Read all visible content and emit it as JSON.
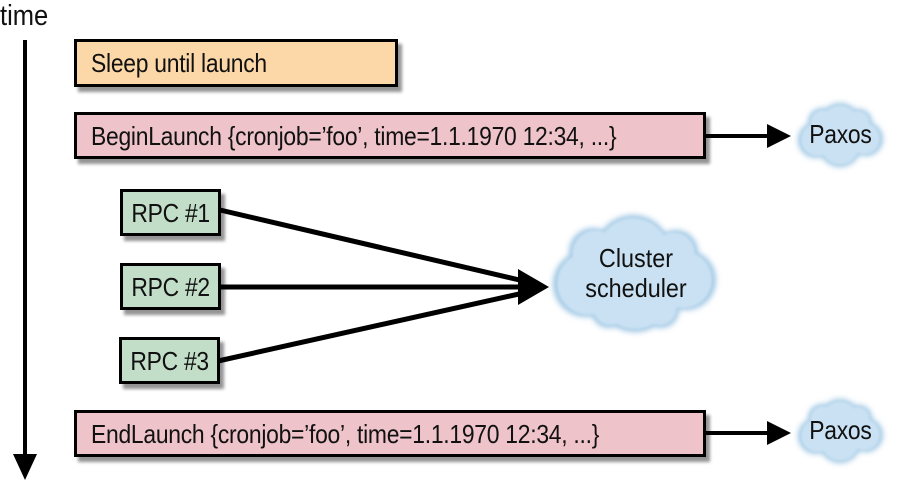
{
  "diagram": {
    "time_label": "time",
    "boxes": {
      "sleep": "Sleep until launch",
      "begin_launch": "BeginLaunch {cronjob=’foo’, time=1.1.1970 12:34, ...}",
      "rpc_1": "RPC #1",
      "rpc_2": "RPC #2",
      "rpc_3": "RPC #3",
      "end_launch": "EndLaunch {cronjob=’foo’, time=1.1.1970 12:34, ...}"
    },
    "clouds": {
      "paxos_top": "Paxos",
      "cluster_scheduler": "Cluster scheduler",
      "paxos_bottom": "Paxos"
    },
    "colors": {
      "sleep_fill": "#fcd8a8",
      "launch_fill": "#eec3c9",
      "rpc_fill": "#c2dec8",
      "cloud_fill": "#c5def1",
      "outline": "#000000"
    }
  }
}
